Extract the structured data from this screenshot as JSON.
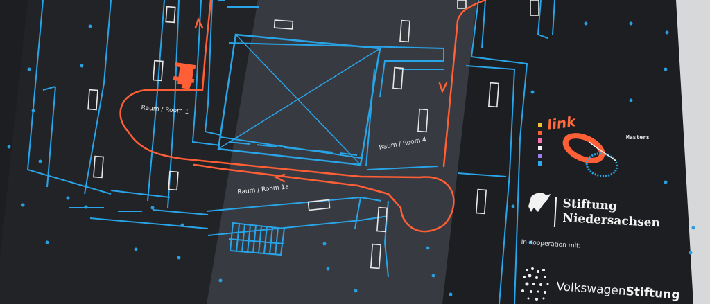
{
  "rooms": {
    "room_1": "Raum / Room 1",
    "room_4": "Raum / Room 4",
    "room_1a": "Raum / Room 1a"
  },
  "branding": {
    "link_logo_text": "link",
    "masters_text": "Masters",
    "stiftung_line1": "Stiftung",
    "stiftung_line2": "Niedersachsen",
    "cooperation_text": "In Kooperation mit:",
    "volkswagen_part1": "Volkswagen",
    "volkswagen_part2": "Stiftung"
  },
  "colors": {
    "paper": "#1f2024",
    "paper_middle": "#34363c",
    "walls": "#27a6e8",
    "route": "#ff5f36",
    "background": "#d9dadb"
  }
}
